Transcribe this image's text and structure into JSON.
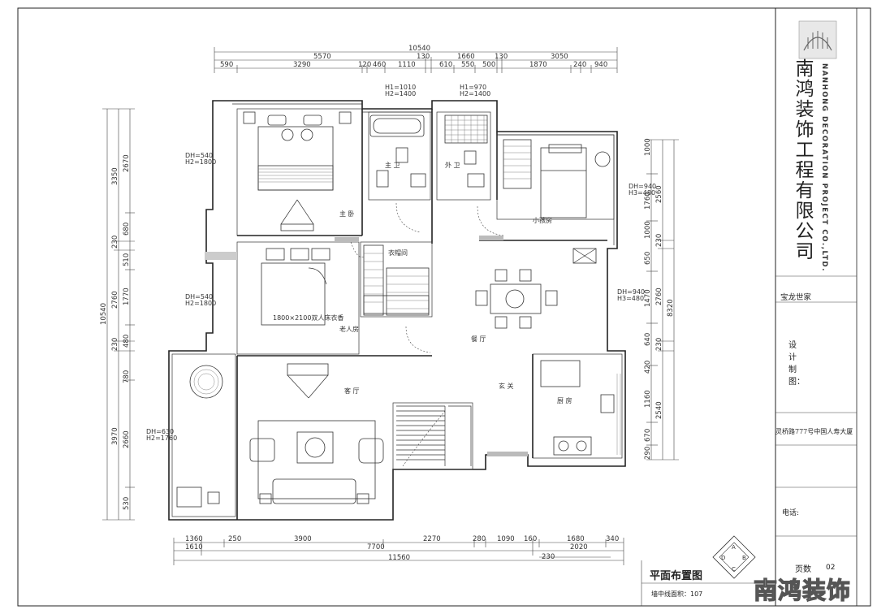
{
  "title_block": {
    "company_cn": "南鸿装饰工程有限公司",
    "company_en": "NANHONG DECORATION PROJECT CO.,LTD.",
    "project": "宝龙世家",
    "design_label": "设计制图：",
    "address": "灵桥路777号中国人寿大厦",
    "phone_label": "电话:",
    "pages_label": "页数",
    "page_number": "02"
  },
  "drawing": {
    "title": "平面布置图",
    "area_label": "墙中线面积：107",
    "watermark": "南鸿装饰"
  },
  "dimensions": {
    "top_overall": "10540",
    "top_row1": [
      "5570",
      "130",
      "1660",
      "130",
      "3050"
    ],
    "top_row2": [
      "590",
      "3290",
      "120",
      "460",
      "1110",
      "610",
      "550",
      "500",
      "1870",
      "240",
      "940"
    ],
    "bottom_row1": [
      "1360",
      "250",
      "3900",
      "2270",
      "280",
      "1090",
      "160",
      "1680",
      "340"
    ],
    "bottom_row2": [
      "1610",
      "7700",
      "2020"
    ],
    "bottom_overall": "11560",
    "bottom_extra": "230",
    "left_overall": "10540",
    "left_outer": [
      "3350",
      "230",
      "2760",
      "230",
      "3970"
    ],
    "left_inner": [
      "2670",
      "680",
      "510",
      "1770",
      "480",
      "780",
      "2660",
      "530"
    ],
    "right_overall": "8320",
    "right_outer": [
      "2560",
      "230",
      "2760",
      "230",
      "2540"
    ],
    "right_inner": [
      "1000",
      "1760",
      "1000",
      "650",
      "1470",
      "640",
      "420",
      "1160",
      "670",
      "290"
    ],
    "window_notes": {
      "w1": [
        "H1=1010",
        "H2=1400"
      ],
      "w2": [
        "H1=970",
        "H2=1400"
      ],
      "master": [
        "DH=540",
        "H2=1800"
      ],
      "elder": [
        "DH=540",
        "H2=1800"
      ],
      "living": [
        "DH=630",
        "H2=1760"
      ],
      "child": [
        "DH=940",
        "H3=480"
      ],
      "dining": [
        "DH=940",
        "H3=480"
      ]
    }
  },
  "rooms": {
    "master_bedroom": "主 卧",
    "master_bath": "主 卫",
    "guest_bath": "外 卫",
    "child_room": "小孩房",
    "cloakroom": "衣帽间",
    "elder_room": "老人房",
    "dining": "餐 厅",
    "foyer": "玄 关",
    "kitchen": "厨 房",
    "living": "客 厅",
    "bed_note": "1800×2100双人床衣香"
  },
  "compass": [
    "A",
    "B",
    "C",
    "D"
  ]
}
